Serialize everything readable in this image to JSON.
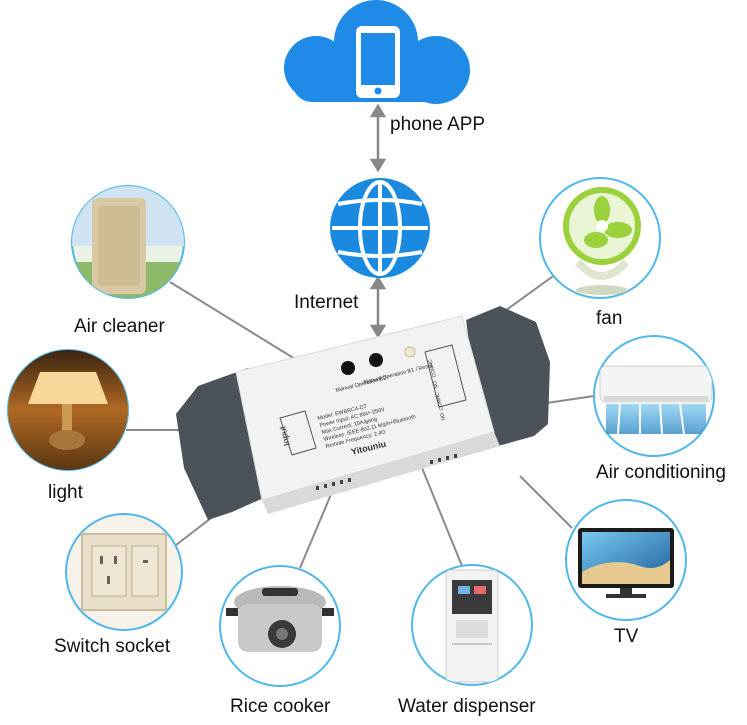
{
  "center": {
    "buttons": [
      "Manual Operation B2",
      "Manual Operation B1 / Reset"
    ],
    "input_label": "Input",
    "spec_lines": [
      "Model: EWBRC4-DT",
      "Power Input: AC 85V~250V",
      "Max.Current: 10A/gang",
      "Wireless: IEEE 802.11 b/g/n+Bluetooth",
      "Remote Frequency: 2.4G"
    ],
    "brand": "Yitouniu",
    "terminals": [
      "NO",
      "COM",
      "NC",
      "NO",
      "COM",
      "NC"
    ]
  },
  "nodes": {
    "phone_app": "phone APP",
    "internet": "Internet",
    "air_cleaner": "Air cleaner",
    "fan": "fan",
    "light": "light",
    "air_conditioning": "Air conditioning",
    "switch_socket": "Switch socket",
    "tv": "TV",
    "rice_cooker": "Rice cooker",
    "water_dispenser": "Water dispenser"
  },
  "colors": {
    "cloud": "#1f8be6",
    "globe": "#1a8ae0",
    "connector": "#8a8a8a",
    "device_body": "#f2f2f2",
    "device_cap": "#4b5259",
    "circle_border": "#4fb7ea"
  }
}
